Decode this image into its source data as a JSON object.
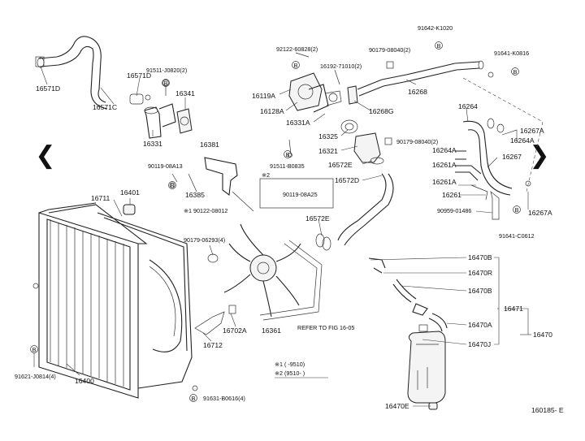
{
  "navigation": {
    "prev_glyph": "❮",
    "next_glyph": "❯"
  },
  "diagram_code": "160185- E",
  "legend": {
    "mark1": "※1 (      -9510)",
    "mark2": "※2 (9510-      )"
  },
  "labels": {
    "p16571D": "16571D",
    "p16571C": "16571C",
    "p16571D_b": "16571D",
    "p91511J": "91511-J0820(2)",
    "p16331": "16331",
    "p16341": "16341",
    "p92122": "92122-60828(2)",
    "p16192": "16192-71010(2)",
    "p90179_a": "90179-08040(2)",
    "p91642": "91642-K1020",
    "p91641_a": "91641-K0816",
    "p16119A": "16119A",
    "p16128A": "16128A",
    "p16268G": "16268G",
    "p16268": "16268",
    "p16331A": "16331A",
    "p16325": "16325",
    "p16321": "16321",
    "p90179_b": "90179-08040(2)",
    "p91511B": "91511-B0835",
    "p16572E_a": "16572E",
    "p16572D": "16572D",
    "p16381": "16381",
    "p90119_a": "90119-08A13",
    "p16385": "16385",
    "p90122": "※1 90122-08012",
    "mark2_box": "※2",
    "p90119_b": "90119-08A25",
    "p16572E_b": "16572E",
    "p16711": "16711",
    "p16401": "16401",
    "p90179_c": "90179-06293(4)",
    "p16361": "16361",
    "p16702A": "16702A",
    "p16712": "16712",
    "refer": "REFER TO FIG 16-05",
    "p91621": "91621-J0814(4)",
    "p16400": "16400",
    "p91631": "91631-B0616(4)",
    "p16264": "16264",
    "p16267A_a": "16267A",
    "p16264A_a": "16264A",
    "p16264A_b": "16264A",
    "p16267": "16267",
    "p16261A_a": "16261A",
    "p16261A_b": "16261A",
    "p16261": "16261",
    "p90959": "90959-01486",
    "p16267A_b": "16267A",
    "p91641_b": "91641-C0612",
    "p16470B_a": "16470B",
    "p16470R": "16470R",
    "p16470B_b": "16470B",
    "p16471": "16471",
    "p16470A": "16470A",
    "p16470": "16470",
    "p16470J": "16470J",
    "p16470E": "16470E"
  }
}
